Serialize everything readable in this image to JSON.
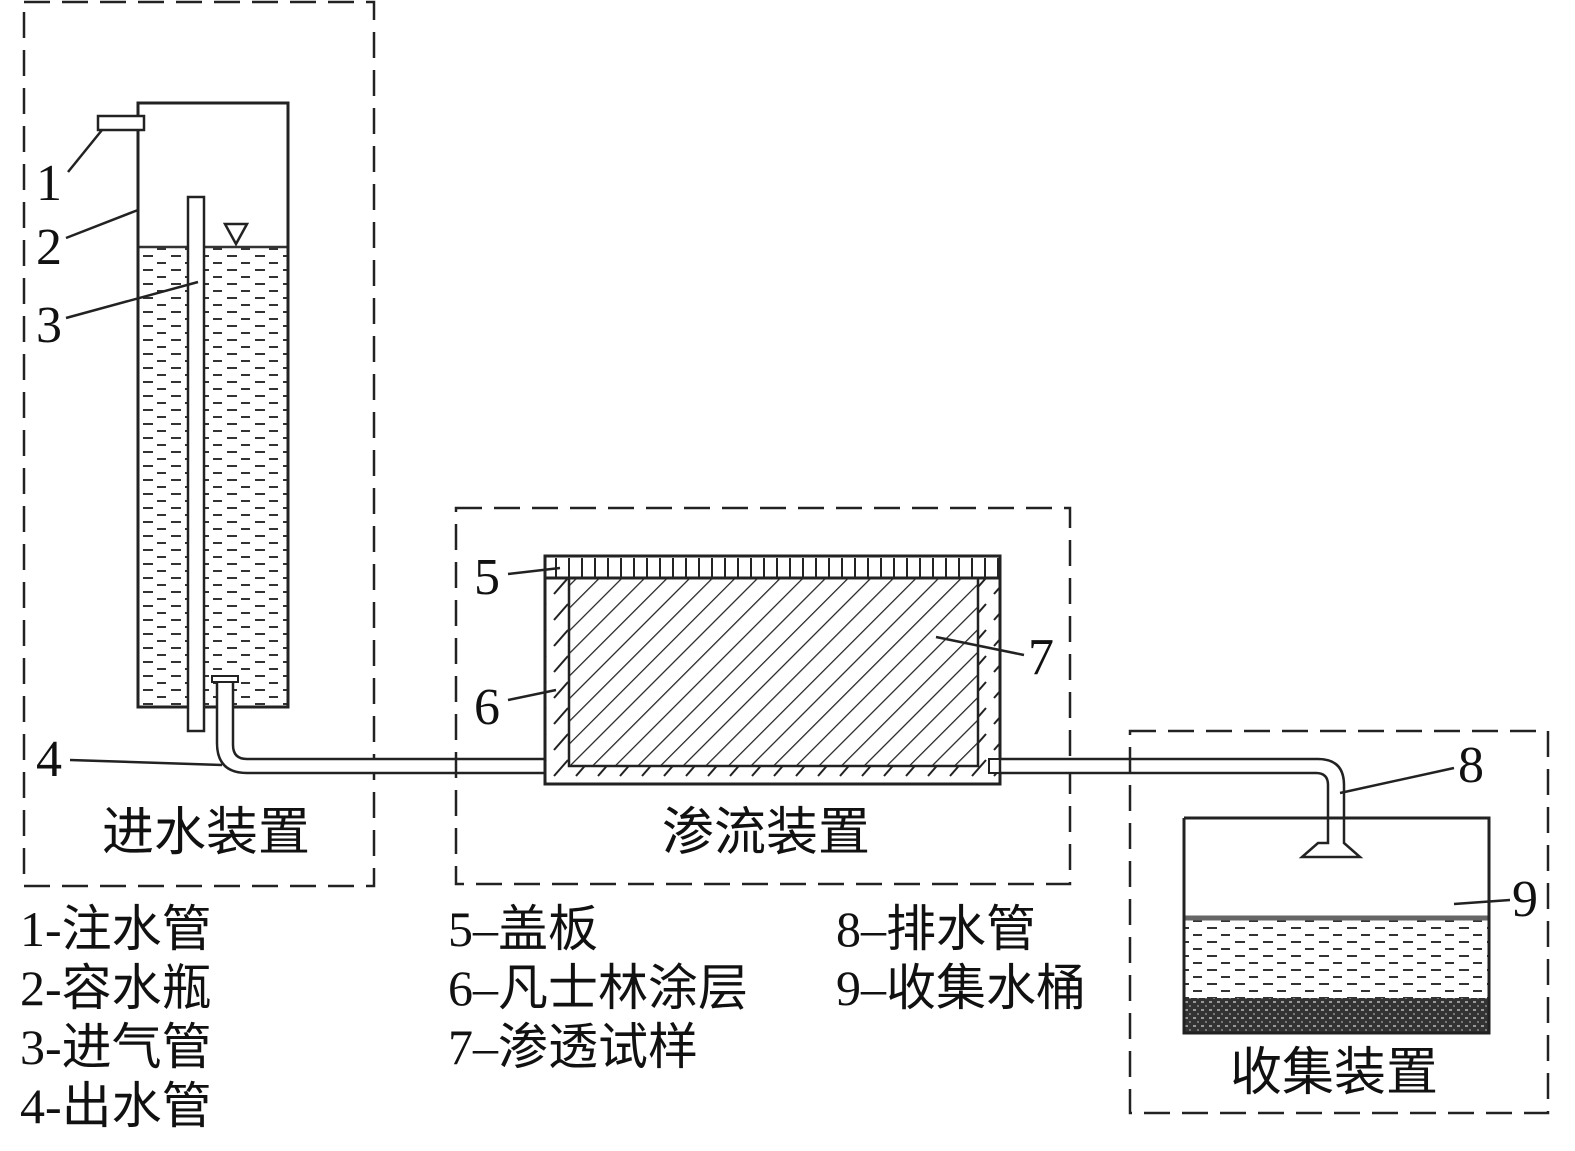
{
  "sections": {
    "inlet": "进水装置",
    "seepage": "渗流装置",
    "collect": "收集装置"
  },
  "callouts": {
    "c1": "1",
    "c2": "2",
    "c3": "3",
    "c4": "4",
    "c5": "5",
    "c6": "6",
    "c7": "7",
    "c8": "8",
    "c9": "9"
  },
  "legend": {
    "col1": [
      "1-注水管",
      "2-容水瓶",
      "3-进气管",
      "4-出水管"
    ],
    "col2": [
      "5–盖板",
      "6–凡士林涂层",
      "7–渗透试样"
    ],
    "col3": [
      "8–排水管",
      "9–收集水桶"
    ]
  }
}
